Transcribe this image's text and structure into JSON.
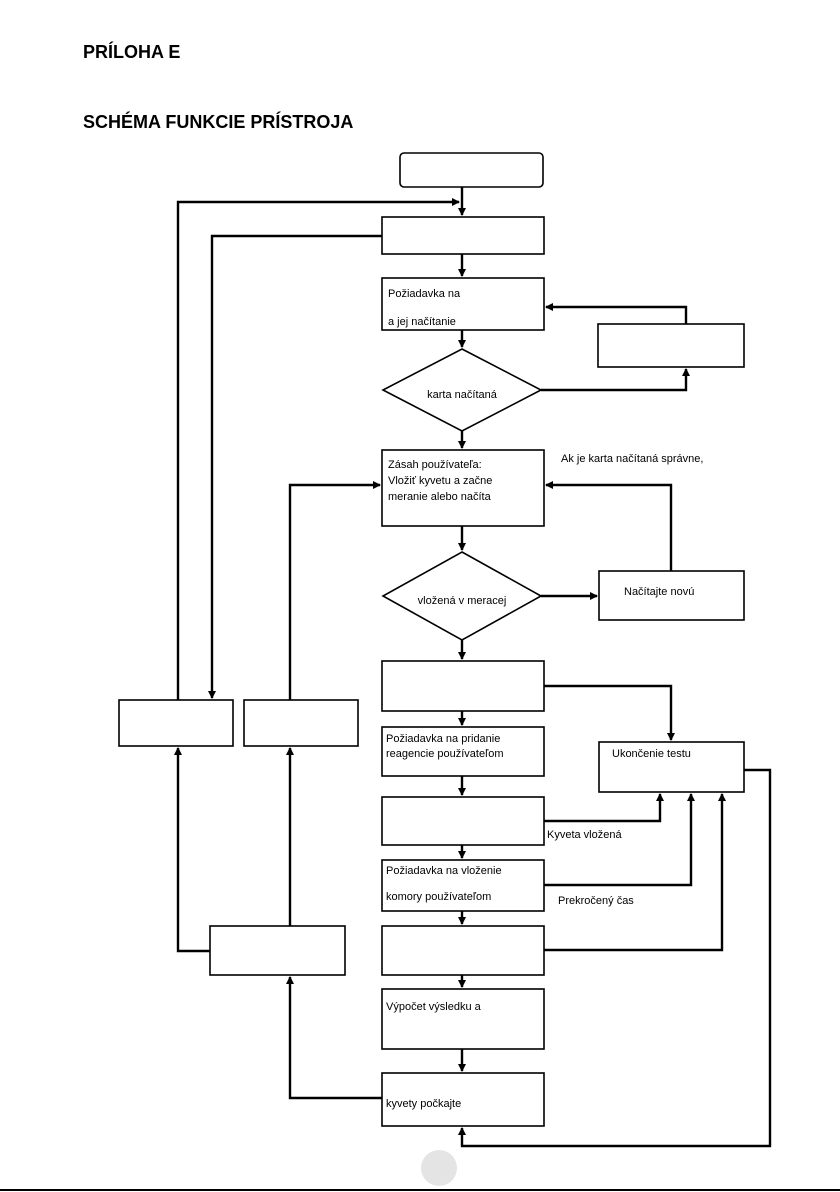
{
  "header": {
    "appendix_title": "PRÍLOHA E",
    "diagram_title": "SCHÉMA FUNKCIE PRÍSTROJA"
  },
  "nodes": {
    "card_request_line1": "Požiadavka na",
    "card_request_line2": "a jej načítanie",
    "card_loaded_decision": "karta načítaná",
    "user_action_line1": "Zásah používateľa:",
    "user_action_line2": "Vložiť kyvetu a začne",
    "user_action_line3": "meranie alebo načíta",
    "cuvette_decision": "vložená v meracej",
    "load_new": "Načítajte novú",
    "reagent_request_line1": "Požiadavka na pridanie",
    "reagent_request_line2": "reagencie používateľom",
    "end_test": "Ukončenie testu",
    "chamber_request_line1": "Požiadavka na vloženie",
    "chamber_request_line2": "komory používateľom",
    "result_calc": "Výpočet výsledku a",
    "cuvette_wait": "kyvety počkajte"
  },
  "annotations": {
    "card_ok": "Ak je karta načítaná správne,",
    "cuvette_inserted": "Kyveta vložená",
    "time_exceeded": "Prekročený čas"
  }
}
